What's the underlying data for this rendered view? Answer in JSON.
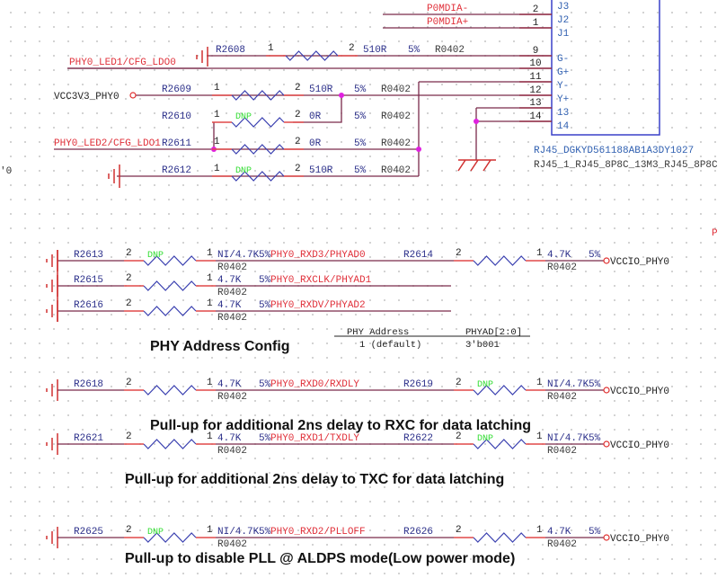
{
  "connector": {
    "ref": "RJ45_DGKYD561188AB1A3DY1027",
    "footprint": "RJ45_1_RJ45_8P8C_13M3_RJ45_8P8C",
    "pins_left": [
      "2",
      "1",
      "9",
      "10",
      "11",
      "12",
      "13",
      "14"
    ],
    "pins_right": [
      "J3",
      "J2",
      "J1",
      "G-",
      "G+",
      "Y-",
      "Y+",
      "13",
      "14"
    ],
    "nets": {
      "mdi_minus": "P0MDIA-",
      "mdi_plus": "P0MDIA+"
    }
  },
  "led_section": {
    "nets": {
      "led1": "PHY0_LED1/CFG_LDO0",
      "vcc": "VCC3V3_PHY0",
      "led2": "PHY0_LED2/CFG_LDO1",
      "cut_left": "'0"
    },
    "resistors": [
      {
        "ref": "R2608",
        "pin_a": "1",
        "pin_b": "2",
        "value": "510R",
        "tol": "5%",
        "pkg": "R0402",
        "dnp": false
      },
      {
        "ref": "R2609",
        "pin_a": "1",
        "pin_b": "2",
        "value": "510R",
        "tol": "5%",
        "pkg": "R0402",
        "dnp": false
      },
      {
        "ref": "R2610",
        "pin_a": "1",
        "pin_b": "2",
        "value": "0R",
        "tol": "5%",
        "pkg": "R0402",
        "dnp": true
      },
      {
        "ref": "R2611",
        "pin_a": "1",
        "pin_b": "2",
        "value": "0R",
        "tol": "5%",
        "pkg": "R0402",
        "dnp": false
      },
      {
        "ref": "R2612",
        "pin_a": "1",
        "pin_b": "2",
        "value": "510R",
        "tol": "5%",
        "pkg": "R0402",
        "dnp": true
      }
    ]
  },
  "strap_rows": [
    {
      "left": {
        "ref": "R2613",
        "pin_a": "2",
        "pin_b": "1",
        "value": "NI/4.7K",
        "tol": "5%",
        "pkg": "R0402",
        "dnp": true
      },
      "net": "PHY0_RXD3/PHYAD0",
      "right": {
        "ref": "R2614",
        "pin_a": "2",
        "pin_b": "1",
        "value": "4.7K",
        "tol": "5%",
        "pkg": "R0402",
        "dnp": false
      },
      "power": "VCCIO_PHY0"
    },
    {
      "left": {
        "ref": "R2615",
        "pin_a": "2",
        "pin_b": "1",
        "value": "4.7K",
        "tol": "5%",
        "pkg": "R0402",
        "dnp": false
      },
      "net": "PHY0_RXCLK/PHYAD1"
    },
    {
      "left": {
        "ref": "R2616",
        "pin_a": "2",
        "pin_b": "1",
        "value": "4.7K",
        "tol": "5%",
        "pkg": "R0402",
        "dnp": false
      },
      "net": "PHY0_RXDV/PHYAD2"
    },
    {
      "left": {
        "ref": "R2618",
        "pin_a": "2",
        "pin_b": "1",
        "value": "4.7K",
        "tol": "5%",
        "pkg": "R0402",
        "dnp": false
      },
      "net": "PHY0_RXD0/RXDLY",
      "right": {
        "ref": "R2619",
        "pin_a": "2",
        "pin_b": "1",
        "value": "NI/4.7K",
        "tol": "5%",
        "pkg": "R0402",
        "dnp": true
      },
      "power": "VCCIO_PHY0"
    },
    {
      "left": {
        "ref": "R2621",
        "pin_a": "2",
        "pin_b": "1",
        "value": "4.7K",
        "tol": "5%",
        "pkg": "R0402",
        "dnp": false
      },
      "net": "PHY0_RXD1/TXDLY",
      "right": {
        "ref": "R2622",
        "pin_a": "2",
        "pin_b": "1",
        "value": "NI/4.7K",
        "tol": "5%",
        "pkg": "R0402",
        "dnp": true
      },
      "power": "VCCIO_PHY0"
    },
    {
      "left": {
        "ref": "R2625",
        "pin_a": "2",
        "pin_b": "1",
        "value": "NI/4.7K",
        "tol": "5%",
        "pkg": "R0402",
        "dnp": true
      },
      "net": "PHY0_RXD2/PLLOFF",
      "right": {
        "ref": "R2626",
        "pin_a": "2",
        "pin_b": "1",
        "value": "4.7K",
        "tol": "5%",
        "pkg": "R0402",
        "dnp": false
      },
      "power": "VCCIO_PHY0"
    }
  ],
  "dnp_label": "DNP",
  "phy_table": {
    "headers": [
      "PHY Address",
      "PHYAD[2:0]"
    ],
    "row": [
      "1 (default)",
      "3'b001"
    ]
  },
  "titles": {
    "phy_addr": "PHY Address Config",
    "rxc": "Pull-up for additional 2ns delay to RXC for data latching",
    "txc": "Pull-up for additional 2ns delay to TXC for data latching",
    "pll": "Pull-up to disable PLL @ ALDPS mode(Low power mode)"
  },
  "offpage_right": "P",
  "colors": {
    "wire": "#7a2a4a",
    "pin": "#e04848",
    "net": "#e0303a",
    "ref": "#2b2f8a",
    "dnp": "#33dd33",
    "junction": "#e020e0",
    "box": "#3a40c8"
  }
}
